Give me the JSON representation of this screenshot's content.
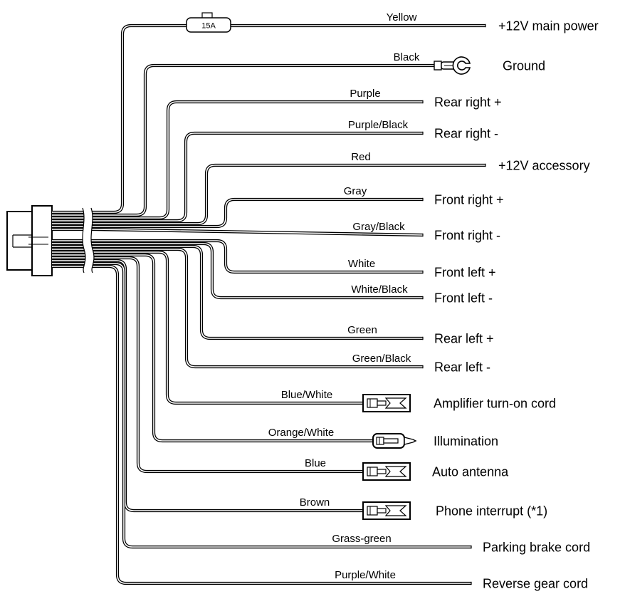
{
  "fuse": {
    "label": "15A"
  },
  "wires": [
    {
      "id": "yellow",
      "color_name": "Yellow",
      "destination": "+12V main power",
      "terminal": "plain",
      "fuse": true
    },
    {
      "id": "black",
      "color_name": "Black",
      "destination": "Ground",
      "terminal": "ring"
    },
    {
      "id": "purple",
      "color_name": "Purple",
      "destination": "Rear right +",
      "terminal": "plain"
    },
    {
      "id": "purple-black",
      "color_name": "Purple/Black",
      "destination": "Rear right -",
      "terminal": "plain"
    },
    {
      "id": "red",
      "color_name": "Red",
      "destination": "+12V accessory",
      "terminal": "plain"
    },
    {
      "id": "gray",
      "color_name": "Gray",
      "destination": "Front right +",
      "terminal": "plain"
    },
    {
      "id": "gray-black",
      "color_name": "Gray/Black",
      "destination": "Front right -",
      "terminal": "plain"
    },
    {
      "id": "white",
      "color_name": "White",
      "destination": "Front left +",
      "terminal": "plain"
    },
    {
      "id": "white-black",
      "color_name": "White/Black",
      "destination": "Front left -",
      "terminal": "plain"
    },
    {
      "id": "green",
      "color_name": "Green",
      "destination": "Rear left +",
      "terminal": "plain"
    },
    {
      "id": "green-black",
      "color_name": "Green/Black",
      "destination": "Rear left -",
      "terminal": "plain"
    },
    {
      "id": "blue-white",
      "color_name": "Blue/White",
      "destination": "Amplifier turn-on cord",
      "terminal": "box-connector"
    },
    {
      "id": "orange-white",
      "color_name": "Orange/White",
      "destination": "Illumination",
      "terminal": "bullet-connector"
    },
    {
      "id": "blue",
      "color_name": "Blue",
      "destination": "Auto antenna",
      "terminal": "box-connector"
    },
    {
      "id": "brown",
      "color_name": "Brown",
      "destination": "Phone interrupt (*1)",
      "terminal": "box-connector"
    },
    {
      "id": "grass-green",
      "color_name": "Grass-green",
      "destination": "Parking brake cord",
      "terminal": "plain"
    },
    {
      "id": "purple-white",
      "color_name": "Purple/White",
      "destination": "Reverse gear cord",
      "terminal": "plain"
    }
  ]
}
